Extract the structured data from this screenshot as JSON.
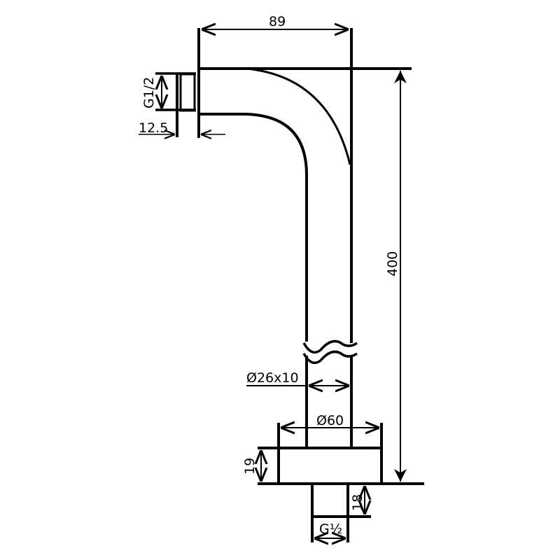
{
  "drawing": {
    "subject": "shower arm technical drawing",
    "stroke_color": "#000000",
    "background": "#ffffff"
  },
  "dimensions": {
    "width_top": "89",
    "thread_top": "G1/2",
    "thread_length": "12.5",
    "height_total": "400",
    "tube_diameter": "Ø26x10",
    "flange_diameter": "Ø60",
    "flange_height": "19",
    "nipple_length": "18",
    "thread_bottom": "G½"
  }
}
